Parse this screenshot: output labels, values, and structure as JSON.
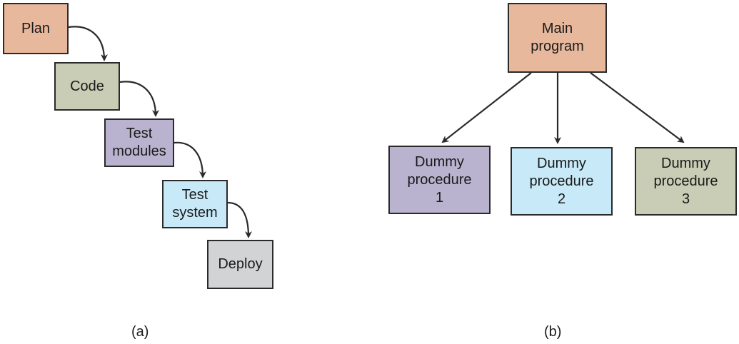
{
  "colors": {
    "orange": "#e8b89c",
    "green": "#c9cdb5",
    "purple": "#b9b3d0",
    "cyan": "#c8e9f8",
    "gray": "#d2d3d5",
    "stroke": "#2a2a2a"
  },
  "panel_a": {
    "caption": "(a)",
    "steps": [
      "Plan",
      "Code",
      "Test\nmodules",
      "Test\nsystem",
      "Deploy"
    ]
  },
  "panel_b": {
    "caption": "(b)",
    "main": "Main\nprogram",
    "procedures": [
      "Dummy\nprocedure\n1",
      "Dummy\nprocedure\n2",
      "Dummy\nprocedure\n3"
    ]
  }
}
